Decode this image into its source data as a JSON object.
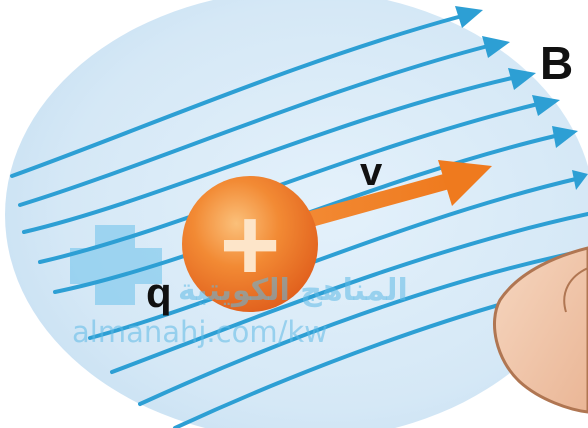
{
  "labels": {
    "magnetic_field": "B",
    "velocity": "v",
    "charge": "q",
    "charge_sign": "+"
  },
  "watermark": {
    "arabic_text": "المناهج الكويتية",
    "url": "almanahj.com/kw"
  },
  "colors": {
    "field_line": "#2d9fd4",
    "field_background": "#dcecf8",
    "charge_fill": "#f2782a",
    "velocity_arrow": "#f07f22",
    "hand": "#f1c4a6",
    "watermark": "#5fb9e6"
  }
}
